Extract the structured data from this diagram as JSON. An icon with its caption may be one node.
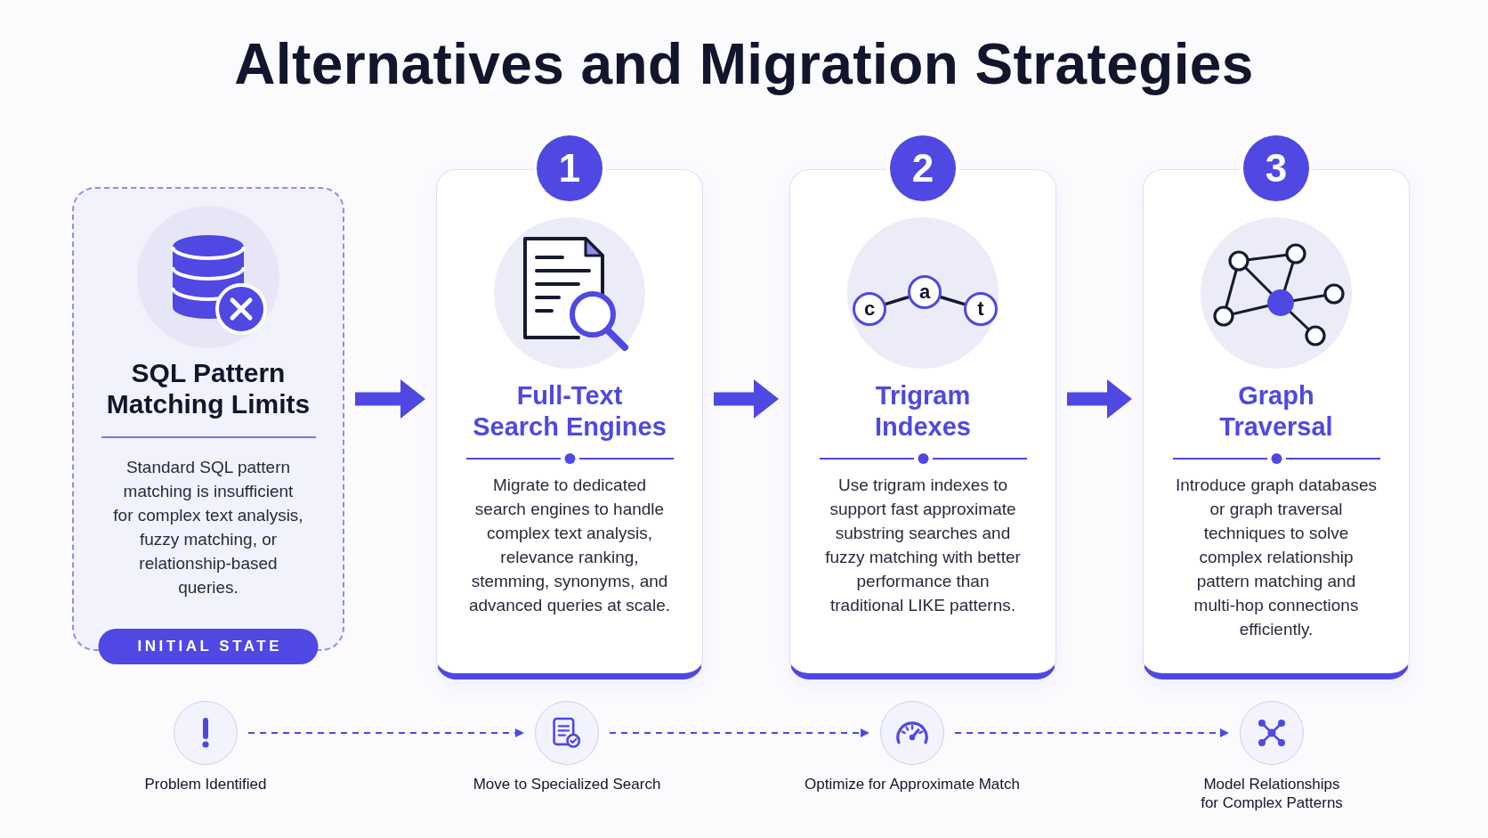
{
  "diagram": {
    "title": "Alternatives and Migration Strategies",
    "nodes": [
      {
        "text": [
          "SQL Pattern Matching Limits",
          "Standard SQL pattern matching is insufficient for complex text analysis, fuzzy matching, or relationship-based queries.",
          "INITIAL STATE"
        ]
      },
      {
        "text": [
          "1",
          "Full-Text Search Engines",
          "Migrate to dedicated search engines to handle complex text analysis, relevance ranking, stemming, synonyms, and advanced queries at scale."
        ]
      },
      {
        "text": [
          "2",
          "Trigram Indexes",
          "Use trigram indexes to support fast approximate substring searches and fuzzy matching with better performance than traditional LIKE patterns."
        ]
      },
      {
        "text": [
          "3",
          "Graph Traversal",
          "Introduce graph databases or graph traversal techniques to solve complex relationship pattern matching and multi-hop connections efficiently."
        ]
      },
      {
        "text": [],
        "shape": "circle",
        "beside": [
          "Problem Identified"
        ]
      },
      {
        "text": [],
        "shape": "circle",
        "beside": [
          "Move to Specialized Search"
        ]
      },
      {
        "text": [],
        "shape": "circle",
        "beside": [
          "Optimize for Approximate Match"
        ]
      },
      {
        "text": [],
        "shape": "circle",
        "beside": [
          "Model Relationships for Complex Patterns"
        ]
      }
    ],
    "edges": [
      {
        "from": 0,
        "to": 1,
        "arrow": "to",
        "style": "thick"
      },
      {
        "from": 1,
        "to": 2,
        "arrow": "to",
        "style": "thick"
      },
      {
        "from": 2,
        "to": 3,
        "arrow": "to",
        "style": "thick"
      },
      {
        "from": 4,
        "to": 5,
        "arrow": "to",
        "style": "dashed"
      },
      {
        "from": 5,
        "to": 6,
        "arrow": "to",
        "style": "dashed"
      },
      {
        "from": 6,
        "to": 7,
        "arrow": "to",
        "style": "dashed"
      }
    ],
    "labels": [
      "c",
      "a",
      "t"
    ]
  }
}
